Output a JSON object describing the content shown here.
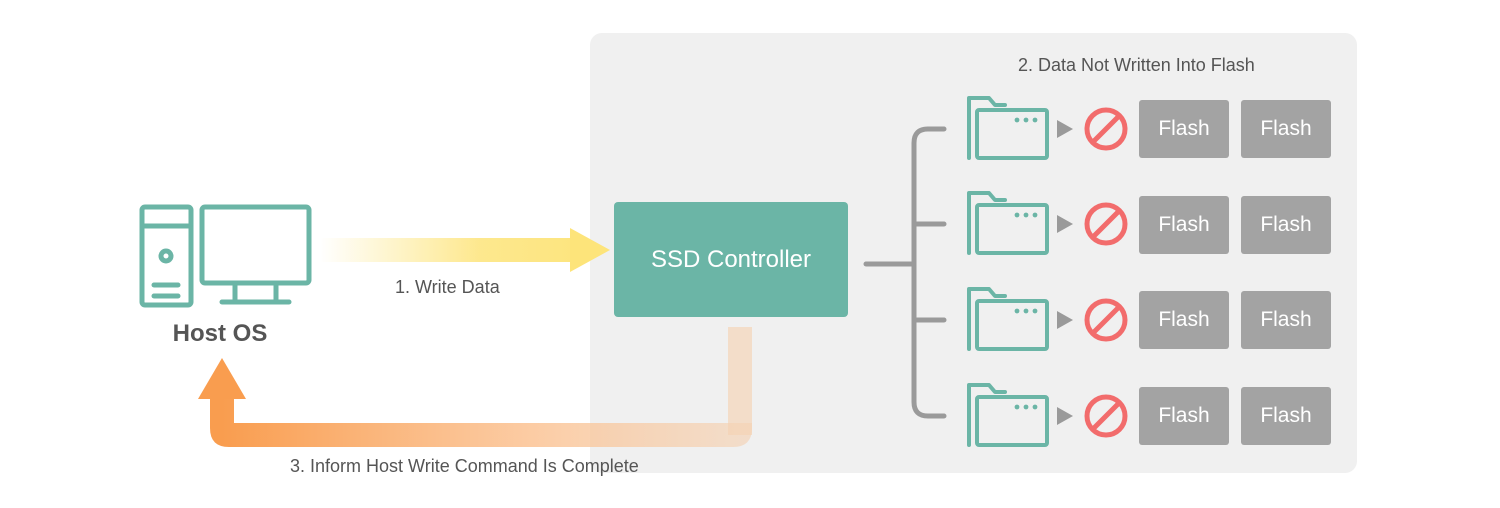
{
  "host": {
    "label": "Host OS",
    "icon": "desktop-computer-icon"
  },
  "controller": {
    "label": "SSD Controller"
  },
  "steps": {
    "write": "1. Write Data",
    "not_written": "2. Data Not Written Into Flash",
    "inform": "3. Inform Host Write Command Is Complete"
  },
  "channels": [
    {
      "flash": [
        "Flash",
        "Flash"
      ]
    },
    {
      "flash": [
        "Flash",
        "Flash"
      ]
    },
    {
      "flash": [
        "Flash",
        "Flash"
      ]
    },
    {
      "flash": [
        "Flash",
        "Flash"
      ]
    }
  ],
  "colors": {
    "teal": "#6bb5a6",
    "panel": "#f0f0f0",
    "flash": "#a3a3a3",
    "connector": "#9a9a9a",
    "prohibit": "#f26c6c",
    "write_arrow": "#fde47a",
    "inform_arrow": "#f99d4f",
    "text": "#555555"
  }
}
